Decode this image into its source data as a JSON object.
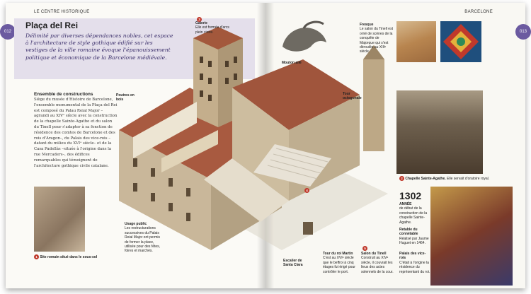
{
  "header": {
    "running_left": "LE CENTRE HISTORIQUE",
    "running_right": "BARCELONE",
    "page_left": "012",
    "page_right": "013"
  },
  "intro": {
    "title": "Plaça del Rei",
    "text": "Délimité par diverses dépendances nobles, cet espace à l'architecture de style gothique édifié sur les vestiges de la ville romaine évoque l'épanouissement politique et économique de la Barcelone médiévale."
  },
  "section": {
    "title": "Ensemble de constructions",
    "body": "Siège du musée d'Histoire de Barcelone, l'ensemble monumental de la Plaça del Rei est composé du Palau Reial Major –agrandi au XIVᵉ siècle avec la construction de la chapelle Sainte-Agathe et du salon du Tinell pour s'adapter à sa fonction de résidence des comtes de Barcelone et des rois d'Aragon–, du Palais des vice-rois –datant du milieu du XVIᵉ siècle– et de la Casa Padellàs –située à l'origine dans la rue Mercaders–, des édifices remarquables qui témoignent de l'architecture gothique civile catalane."
  },
  "photos": {
    "ruins_caption": "Site romain situé dans le sous-sol",
    "chapel_caption_title": "Chapelle Sainte-Agathe.",
    "chapel_caption_text": "Elle servait d'oratoire royal."
  },
  "callouts": {
    "galerie_title": "Galerie",
    "galerie_text": "Elle est formée d'arcs plein cintre.",
    "mouton_title": "Mouton ailé",
    "fresque_title": "Fresque",
    "fresque_text": "Le salon du Tinell est orné de scènes de la conquête de Majorque qui s'est déroulée au XIIIᵉ siècle.",
    "poutres_title": "Poutres en bois",
    "tour_oct_title": "Tour octogonale",
    "usage_title": "Usage public",
    "usage_text": "Les restructurations successives du Palais Reial Major ont permis de former la place, utilisée pour des fêtes, foires et marchés.",
    "escalier_title": "Escalier de Santa Clara",
    "tour_martin_title": "Tour du roi Martin",
    "tour_martin_text": "C'est au XVIᵉ siècle que le beffroi à cinq étages fut érigé pour contrôler le port.",
    "salon_title": "Salon du Tinell",
    "salon_text": "Construit au XIVᵉ siècle, il couvrait les lieux des actes solennels de la cour.",
    "palais_title": "Palais des vice-rois",
    "palais_text": "C'était à l'origine la résidence du représentant du roi.",
    "retable_title": "Retable du connétable",
    "retable_text": "Réalisé par Jaume Huguet en 1464.",
    "year": "1302",
    "year_label": "ANNÉE",
    "year_text": "de début de la construction de la chapelle Sainte-Agathe."
  },
  "numbers": [
    "1",
    "2",
    "3",
    "4",
    "5"
  ]
}
